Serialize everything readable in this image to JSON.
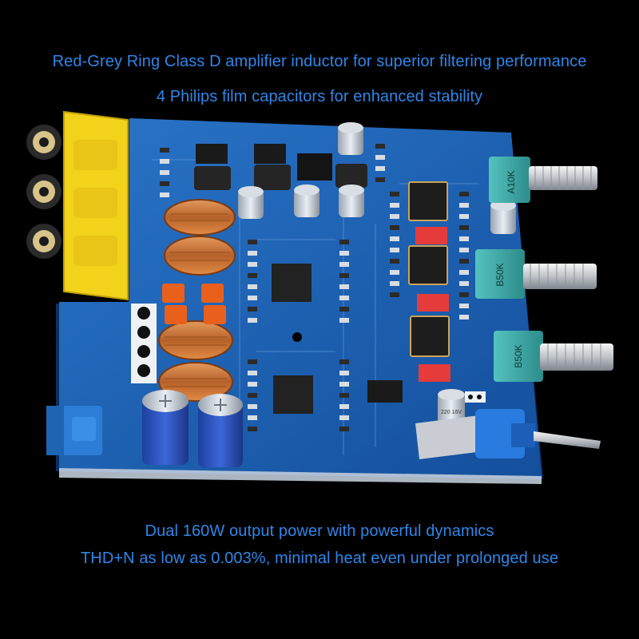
{
  "captions": {
    "top_line_1": "Red-Grey Ring Class D amplifier inductor for superior filtering performance",
    "top_line_2": "4 Philips film capacitors for enhanced stability",
    "bottom_line_1": "Dual 160W output power with powerful dynamics",
    "bottom_line_2": "THD+N as low as 0.003%, minimal heat even under prolonged use"
  },
  "board": {
    "potentiometer_labels": [
      "A10K",
      "B50K",
      "B50K"
    ],
    "small_capacitor_label": "220 16V",
    "colors": {
      "background": "#000000",
      "caption": "#2f86e8",
      "pcb": "#1a5fb4",
      "inductor_copper": "#c8773a",
      "film_capacitor": "#e8601c",
      "rca_housing": "#f2d21b",
      "pot_body": "#3fa7a5"
    }
  }
}
